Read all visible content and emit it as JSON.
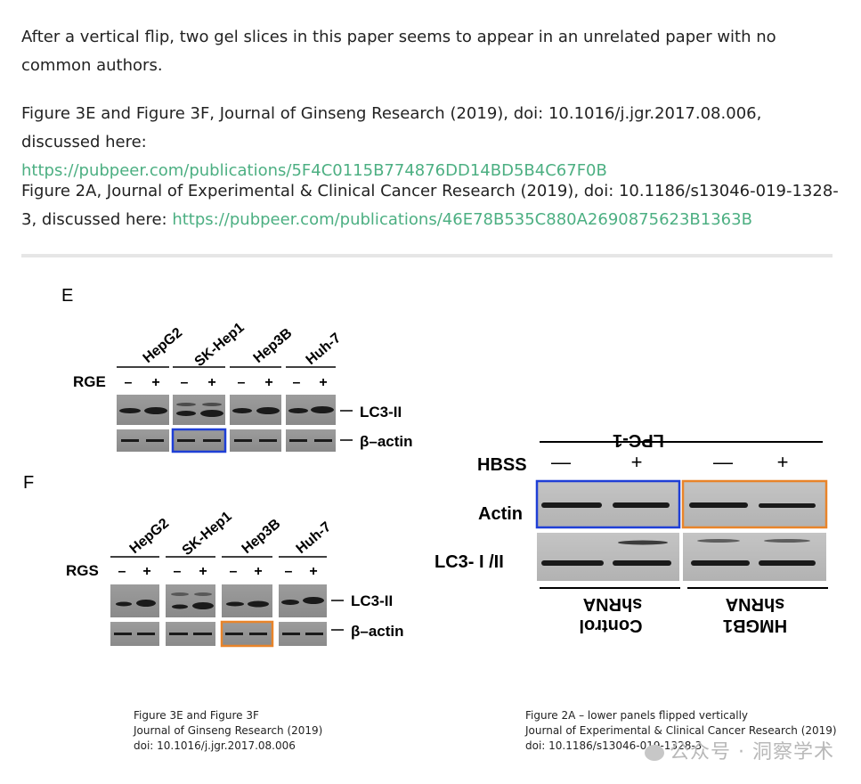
{
  "post": {
    "p1": "After a vertical flip, two gel slices in this paper seems to appear in an unrelated paper with no common authors.",
    "p2_text": "Figure 3E and Figure 3F, Journal of Ginseng Research (2019), doi: 10.1016/j.jgr.2017.08.006, discussed here:",
    "p2_link": "https://pubpeer.com/publications/5F4C0115B774876DD14BD5B4C67F0B",
    "p3_text": "Figure 2A, Journal of Experimental & Clinical Cancer Research (2019), doi: 10.1186/s13046-019-1328-3, discussed here:",
    "p3_link": "https://pubpeer.com/publications/46E78B535C880A2690875623B1363B"
  },
  "figure": {
    "panel_e": {
      "letter": "E",
      "treatment": "RGE",
      "cells": [
        "HepG2",
        "SK-Hep1",
        "Hep3B",
        "Huh-7"
      ],
      "signs": [
        "–",
        "+"
      ],
      "band1": "LC3-II",
      "band2": "β–actin"
    },
    "panel_f": {
      "letter": "F",
      "treatment": "RGS",
      "cells": [
        "HepG2",
        "SK-Hep1",
        "Hep3B",
        "Huh-7"
      ],
      "signs": [
        "–",
        "+"
      ],
      "band1": "LC3-II",
      "band2": "β–actin"
    },
    "right_panel": {
      "cell_line": "LPC-1",
      "treatment": "HBSS",
      "signs": [
        "—",
        "+",
        "—",
        "+"
      ],
      "row1": "Actin",
      "row2": "LC3- I /II",
      "group1_top": "Control",
      "group1_bottom": "shRNA",
      "group2_top": "HMGB1",
      "group2_bottom": "shRNA"
    },
    "caption_left": [
      "Figure 3E and Figure 3F",
      "Journal of Ginseng Research (2019)",
      "doi: 10.1016/j.jgr.2017.08.006"
    ],
    "caption_right": [
      "Figure 2A – lower panels flipped vertically",
      "Journal of Experimental & Clinical Cancer Research (2019)",
      "doi: 10.1186/s13046-019-1328-3"
    ],
    "watermark": "公众号 · 洞察学术",
    "colors": {
      "highlight_blue": "#1f3fd6",
      "highlight_orange": "#e8842a",
      "link": "#4caf82"
    }
  }
}
